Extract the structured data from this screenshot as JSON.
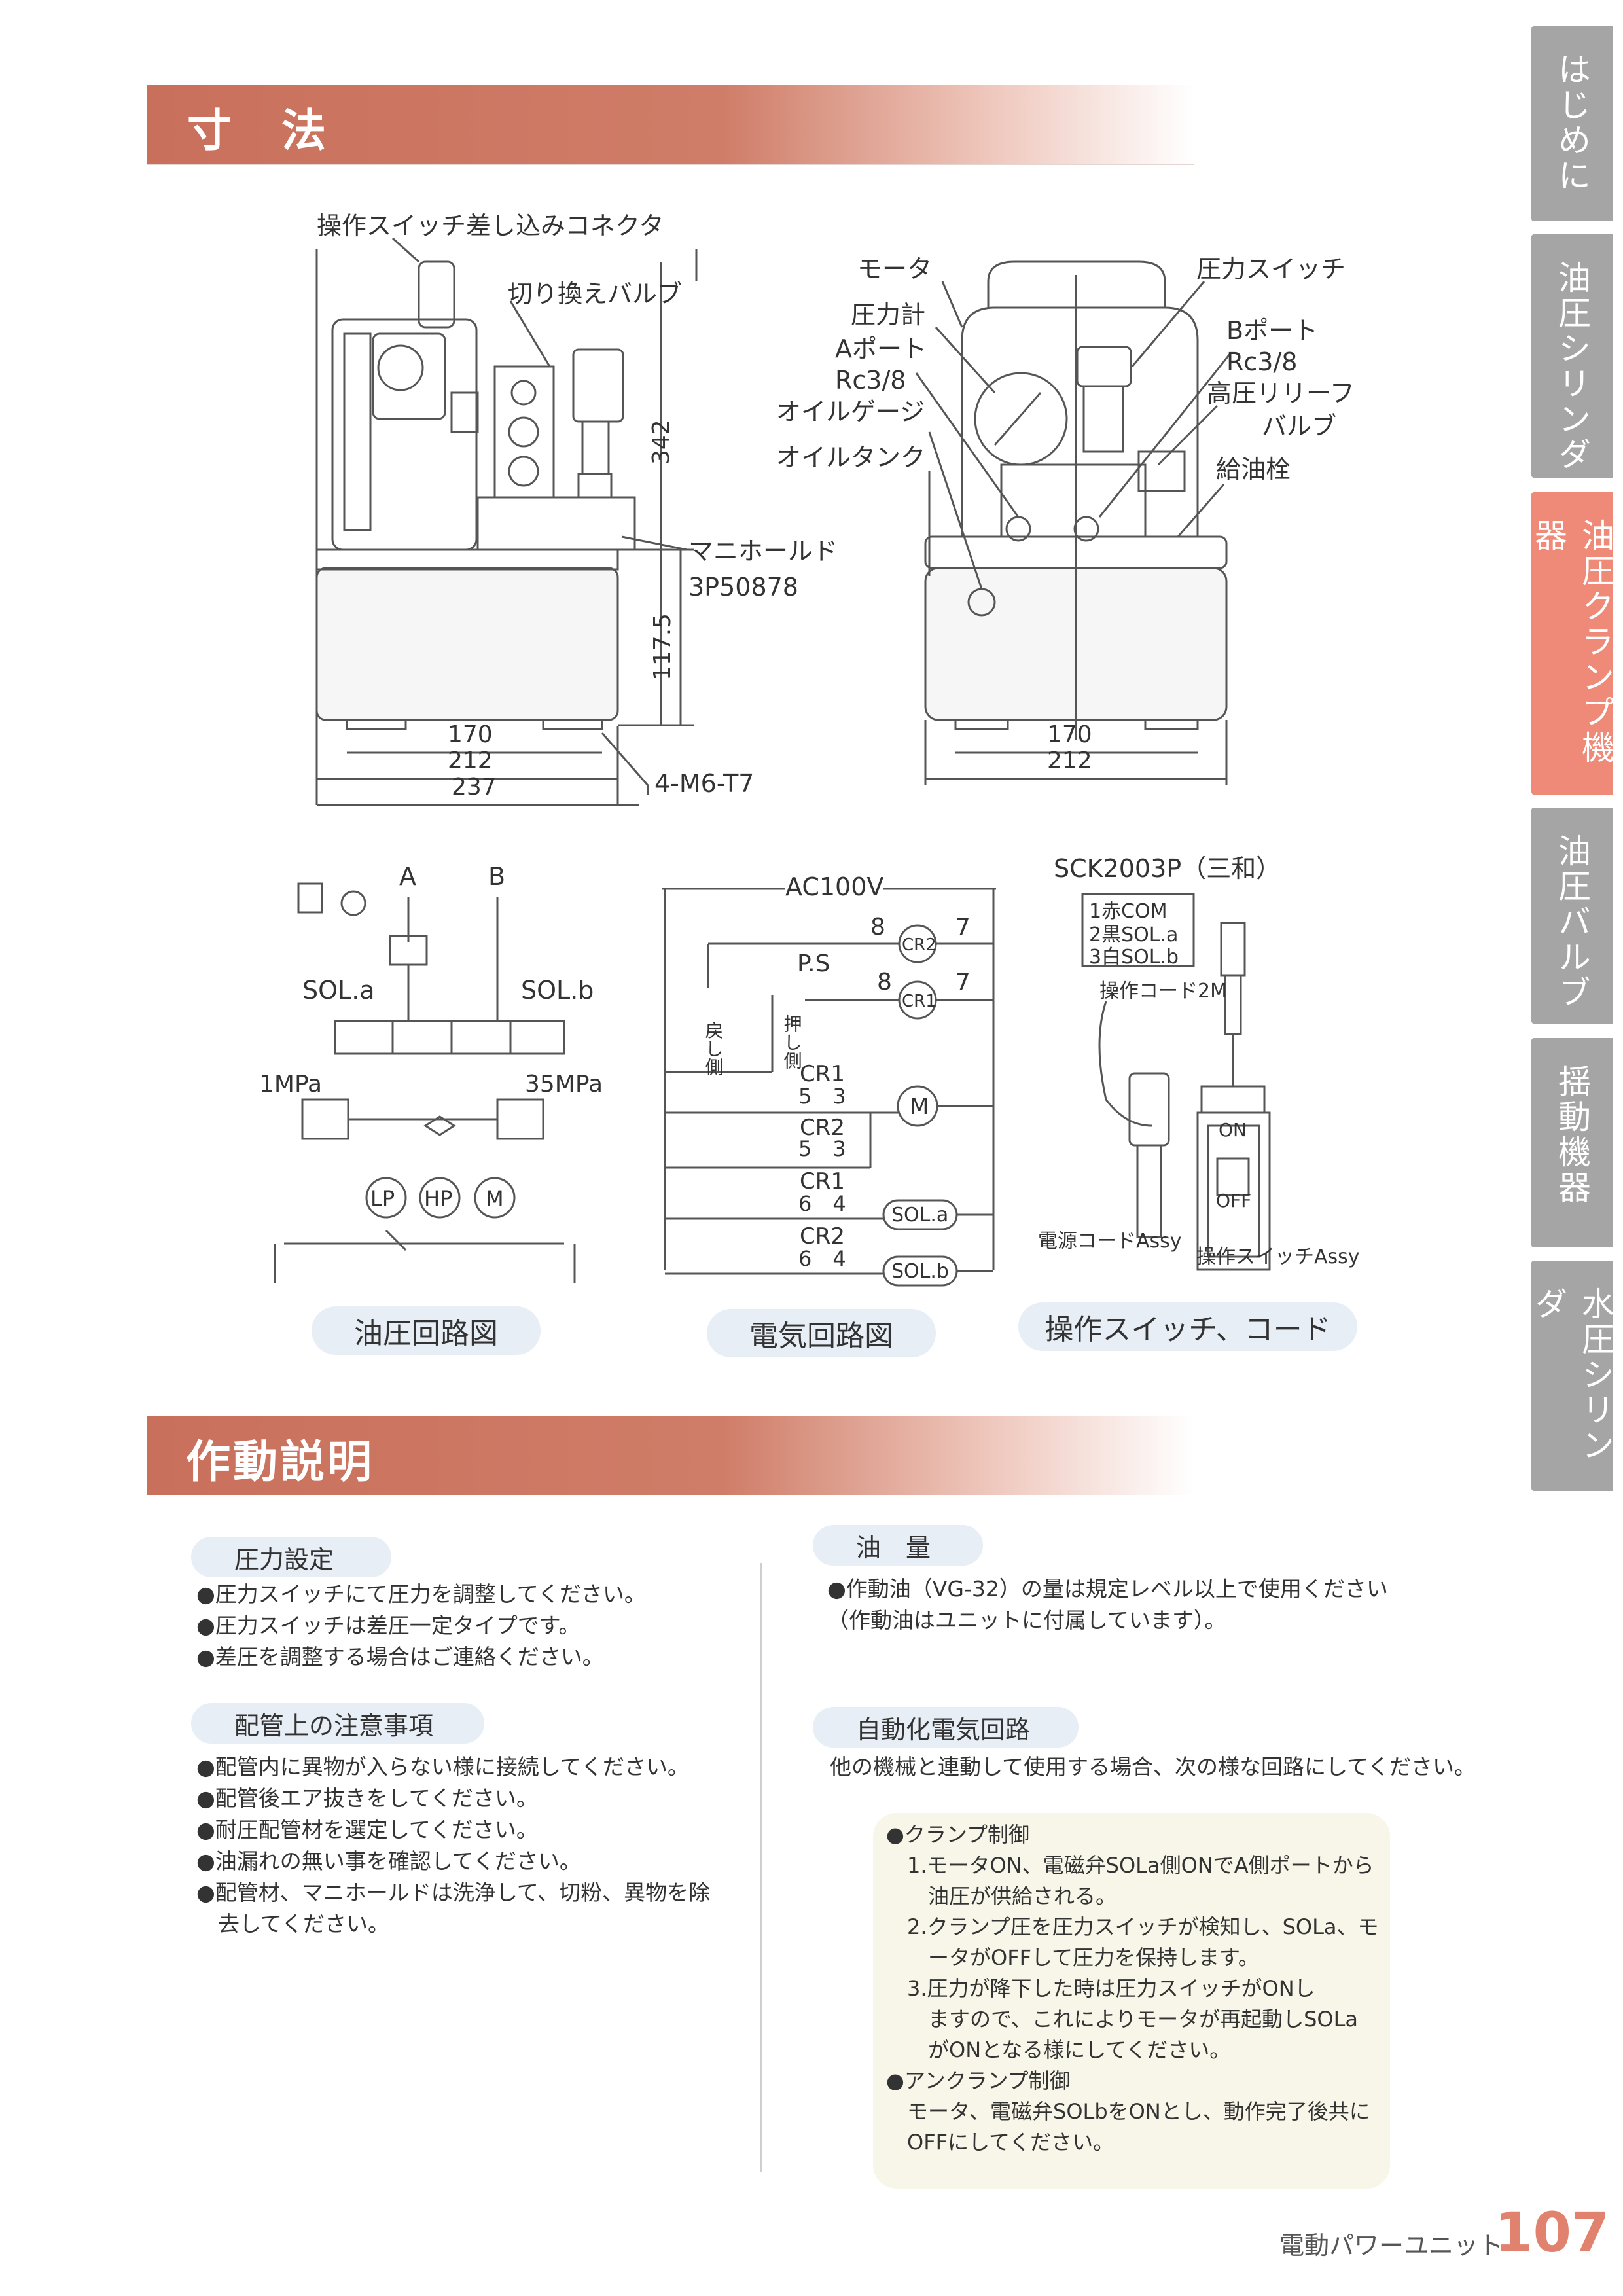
{
  "sections": {
    "dimensions_title": "寸　法",
    "operation_title": "作動説明"
  },
  "tabs": [
    {
      "label": "はじめに",
      "active": false
    },
    {
      "label": "油圧シリンダ",
      "active": false
    },
    {
      "label": "油圧クランプ機器",
      "active": true
    },
    {
      "label": "油圧バルブ",
      "active": false
    },
    {
      "label": "揺動機器",
      "active": false
    },
    {
      "label": "水圧シリンダ",
      "active": false
    }
  ],
  "side_view": {
    "connector": "操作スイッチ差し込みコネクタ",
    "switch_valve": "切り換えバルブ",
    "height_total": "342",
    "manifold": "マニホールド",
    "manifold_no": "3P50878",
    "height_tank": "117.5",
    "w170": "170",
    "w212": "212",
    "w237": "237",
    "bolt": "4-M6-T7"
  },
  "front_view": {
    "motor": "モータ",
    "gauge": "圧力計",
    "a_port": "Aポート",
    "a_rc": "Rc3/8",
    "oil_gauge": "オイルゲージ",
    "oil_tank": "オイルタンク",
    "pressure_switch": "圧力スイッチ",
    "b_port": "Bポート",
    "b_rc": "Rc3/8",
    "relief_1": "高圧リリーフ",
    "relief_2": "バルブ",
    "filler": "給油栓",
    "w170": "170",
    "w212": "212"
  },
  "hydraulic": {
    "a": "A",
    "b": "B",
    "sol_a": "SOL.a",
    "sol_b": "SOL.b",
    "p_low": "1MPa",
    "p_high": "35MPa",
    "lp": "LP",
    "hp": "HP",
    "m": "M",
    "caption": "油圧回路図"
  },
  "electric": {
    "ac": "AC100V",
    "n8a": "8",
    "n7a": "7",
    "cr2": "CR2",
    "ps": "P.S",
    "n8b": "8",
    "n7b": "7",
    "cr1": "CR1",
    "return_side": "戻し側",
    "push_side": "押し側",
    "r1_name": "CR1",
    "r1_pins": "5　3",
    "m": "M",
    "r2_name": "CR2",
    "r2_pins": "5　3",
    "r3_name": "CR1",
    "r3_pins": "6　4",
    "sol_a": "SOL.a",
    "r4_name": "CR2",
    "r4_pins": "6　4",
    "sol_b": "SOL.b",
    "caption": "電気回路図"
  },
  "switch_cord": {
    "model": "SCK2003P（三和）",
    "wire1": "1赤COM",
    "wire2": "2黒SOL.a",
    "wire3": "3白SOL.b",
    "cord": "操作コード2M",
    "on": "ON",
    "off": "OFF",
    "power_cord": "電源コードAssy",
    "switch_assy": "操作スイッチAssy",
    "caption": "操作スイッチ、コード"
  },
  "operation": {
    "pressure_title": "圧力設定",
    "pressure_lines": [
      "●圧力スイッチにて圧力を調整してください。",
      "●圧力スイッチは差圧一定タイプです。",
      "●差圧を調整する場合はご連絡ください。"
    ],
    "piping_title": "配管上の注意事項",
    "piping_lines": [
      "●配管内に異物が入らない様に接続してください。",
      "●配管後エア抜きをしてください。",
      "●耐圧配管材を選定してください。",
      "●油漏れの無い事を確認してください。",
      "●配管材、マニホールドは洗浄して、切粉、異物を除",
      "　去してください。"
    ],
    "oil_title": "油　量",
    "oil_lines": [
      "●作動油（VG-32）の量は規定レベル以上で使用ください",
      "（作動油はユニットに付属しています）。"
    ],
    "auto_title": "自動化電気回路",
    "auto_intro": "他の機械と連動して使用する場合、次の様な回路にしてください。",
    "clamp_lines": [
      "●クランプ制御",
      "　1.モータON、電磁弁SOLa側ONでA側ポートから",
      "　　油圧が供給される。",
      "　2.クランプ圧を圧力スイッチが検知し、SOLa、モ",
      "　　ータがOFFして圧力を保持します。",
      "　3.圧力が降下した時は圧力スイッチがONし",
      "　　ますので、これによりモータが再起動しSOLa",
      "　　がONとなる様にしてください。",
      "●アンクランプ制御",
      "　モータ、電磁弁SOLbをONとし、動作完了後共に",
      "　OFFにしてください。"
    ]
  },
  "footer": {
    "label": "電動パワーユニット",
    "page": "107"
  }
}
